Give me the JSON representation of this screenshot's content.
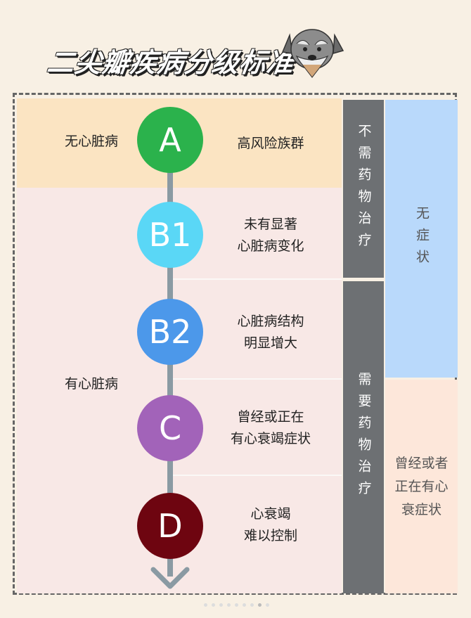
{
  "title": "二尖瓣疾病分级标准",
  "groups": {
    "no_disease": "无心脏病",
    "has_disease": "有心脏病"
  },
  "stages": [
    {
      "id": "A",
      "color": "#2bb24c",
      "desc": [
        "高风险族群"
      ]
    },
    {
      "id": "B1",
      "color": "#5ad7f6",
      "desc": [
        "未有显著",
        "心脏病变化"
      ]
    },
    {
      "id": "B2",
      "color": "#4c98ea",
      "desc": [
        "心脏病结构",
        "明显增大"
      ]
    },
    {
      "id": "C",
      "color": "#a263b9",
      "desc": [
        "曾经或正在",
        "有心衰竭症状"
      ]
    },
    {
      "id": "D",
      "color": "#6e0510",
      "desc": [
        "心衰竭",
        "难以控制"
      ]
    }
  ],
  "treatment": {
    "none": "不需药物治疗",
    "needed": "需要药物治疗"
  },
  "symptoms": {
    "none": "无症状",
    "present": [
      "曾经或者",
      "正在有心",
      "衰症状"
    ]
  },
  "colors": {
    "treatment_bg": "#6d7073",
    "no_symptom_bg": "#b9d9fb",
    "symptom_bg": "#fde7da"
  }
}
